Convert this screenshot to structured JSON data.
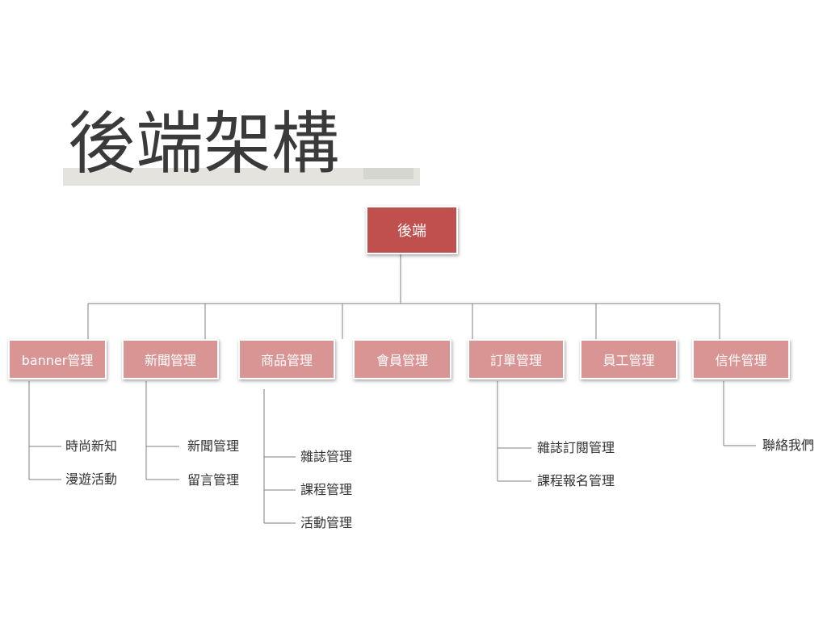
{
  "slide": {
    "title": "後端架構"
  },
  "org": {
    "root": "後端",
    "categories": [
      {
        "label": "banner管理",
        "items": [
          "時尚新知",
          "漫遊活動"
        ]
      },
      {
        "label": "新聞管理",
        "items": [
          "新聞管理",
          "留言管理"
        ]
      },
      {
        "label": "商品管理",
        "items": [
          "雜誌管理",
          "課程管理",
          "活動管理"
        ]
      },
      {
        "label": "會員管理",
        "items": []
      },
      {
        "label": "訂單管理",
        "items": [
          "雜誌訂閱管理",
          "課程報名管理"
        ]
      },
      {
        "label": "員工管理",
        "items": []
      },
      {
        "label": "信件管理",
        "items": [
          "聯絡我們"
        ]
      }
    ]
  },
  "colors": {
    "root_fill": "#c0504d",
    "category_fill": "#d99594",
    "connector": "#7f7f7f"
  }
}
